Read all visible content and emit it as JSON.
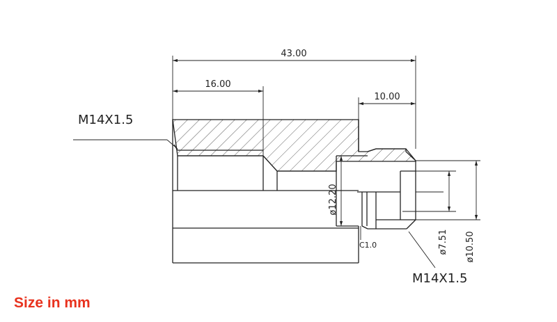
{
  "dimensions": {
    "overall_length": "43.00",
    "thread_depth_left": "16.00",
    "right_spigot_length": "10.00",
    "bore_diameter": "ø12.20",
    "inner_diameter": "ø7.51",
    "outer_diameter": "ø10.50",
    "chamfer": "C1.0"
  },
  "thread_labels": {
    "left_thread": "M14X1.5",
    "right_thread": "M14X1.5"
  },
  "caption": "Size in mm",
  "colors": {
    "caption": "#e8321e",
    "lines": "#222222"
  }
}
